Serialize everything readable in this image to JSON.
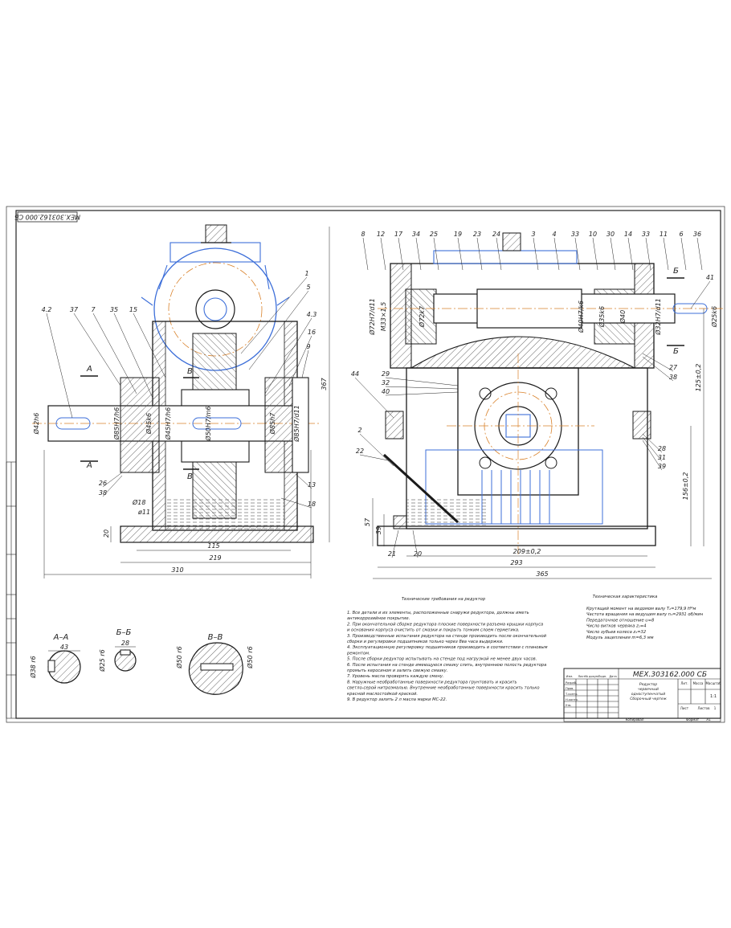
{
  "drawing": {
    "doc_code": "МЕХ.303162.000 СБ",
    "doc_code_rotated": "МЕХ.303162.000 СБ",
    "colors": {
      "frame": "#222222",
      "outline": "#1a1a1a",
      "hatch": "#333333",
      "blue": "#3d6fd9",
      "orange": "#d9822b",
      "paper": "#ffffff"
    }
  },
  "front_view": {
    "callouts": [
      "4.2",
      "37",
      "7",
      "35",
      "15",
      "1",
      "5",
      "4.3",
      "16",
      "9",
      "13",
      "18",
      "26",
      "38"
    ],
    "section_marks": [
      "А",
      "А",
      "В",
      "В"
    ],
    "dims": {
      "overall_width": "310",
      "base_width": "219",
      "foot_span": "115",
      "height": "367",
      "base_h": "20",
      "bolt": "Ø18",
      "bolt_2": "ø11",
      "shaft": "Ø42h6",
      "fit_1": "Ø85H7/h6",
      "fit_2": "Ø45k6",
      "fit_3": "Ø45H7/h6",
      "fit_4": "Ø50H7/m6",
      "fit_5": "Ø85h7",
      "fit_6": "Ø85H7/d11"
    }
  },
  "side_view": {
    "callouts_top": [
      "8",
      "12",
      "17",
      "34",
      "25",
      "19",
      "23",
      "24",
      "3",
      "4",
      "33",
      "10",
      "30",
      "14",
      "33",
      "11",
      "6",
      "36"
    ],
    "callouts_right": [
      "41",
      "27",
      "38",
      "28",
      "31",
      "39"
    ],
    "callouts_left": [
      "44",
      "29",
      "32",
      "40",
      "2",
      "22",
      "21",
      "20"
    ],
    "section_marks": [
      "Б",
      "Б"
    ],
    "dims": {
      "overall": "365",
      "base": "293",
      "foot_span": "209±0,2",
      "height_1": "57",
      "height_2": "39",
      "center": "125±0,2",
      "center_2": "156±0,2",
      "fit_1": "Ø72H7/d11",
      "fit_2": "M33×1,5",
      "fit_3": "Ø72k7",
      "fit_4": "Ø40H7/k6",
      "fit_5": "Ø35k6",
      "fit_6": "Ø40",
      "fit_7": "Ø32H7/d11",
      "fit_8": "Ø25k6"
    }
  },
  "sections": [
    {
      "title": "А–А",
      "dim": "43",
      "fit": "Ø38 r6"
    },
    {
      "title": "Б–Б",
      "dim": "28",
      "fit": "Ø25 r6"
    },
    {
      "title": "В–В",
      "dim_1": "Ø50 r6",
      "dim_2": "Ø50 r6"
    }
  ],
  "tech_requirements": {
    "title": "Технические требования на редуктор",
    "items": [
      "1. Все детали и их элементы, расположенные снаружи редуктора, должны иметь",
      "антикоррозийное покрытие.",
      "2. При окончательной сборке редуктора плоские поверхности разъема крышки корпуса",
      "и основания корпуса очистить от смазки и покрыть тонким слоем герметика.",
      "3. Производственные испытания редуктора на стенде производить после окончательной",
      "сборки и регулировки подшипников только через 8ва часа выдержки.",
      "4. Эксплуатационную регулировку подшипников производить в соответствии с плановым",
      "ремонтом.",
      "5. После сборки редуктор испытывать на стенде под нагрузкой не менее двух часов.",
      "6. После испытания на стенде имеющуюся смазку слить, внутреннюю полость редуктора",
      "промыть керосином и залить свежую смазку.",
      "7. Уровень масла проверять каждую смену.",
      "8. Наружные необработанные поверхности редуктора грунтовать и красить",
      "светло-серой нитроэмалью. Внутренние необработанные поверхности красить только",
      "красной маслостойкой краской.",
      "9. В редуктор залить 2 л масла марки МС-22."
    ]
  },
  "tech_characteristics": {
    "title": "Техническая характеристика",
    "items": [
      "Крутящий момент на ведомом валу T₂=179,9 Н*м",
      "Частота вращения на ведущем валу n₁=2931 об/мин",
      "Передаточное отношение u=8",
      "Число витков червяка z₁=4",
      "Число зубьев колеса z₂=32",
      "Модуль зацепления m=6,3 мм"
    ]
  },
  "title_block": {
    "code": "МЕХ.303162.000 СБ",
    "name_1": "Редуктор",
    "name_2": "червячный",
    "name_3": "одноступенчатый",
    "name_4": "Сборочный чертеж",
    "col_lit": "Лит.",
    "col_mass": "Масса",
    "col_scale": "Масштаб",
    "scale": "1:1",
    "sheet": "Лист",
    "sheets": "Листов",
    "sheets_val": "1",
    "rows": [
      "Изм.",
      "Лист",
      "№ докум.",
      "Подп.",
      "Дата"
    ],
    "roles": [
      "Разраб.",
      "Пров.",
      "Т.контр.",
      "Н.контр.",
      "Утв."
    ],
    "copied": "Копировал",
    "format": "Формат",
    "format_val": "A1"
  }
}
